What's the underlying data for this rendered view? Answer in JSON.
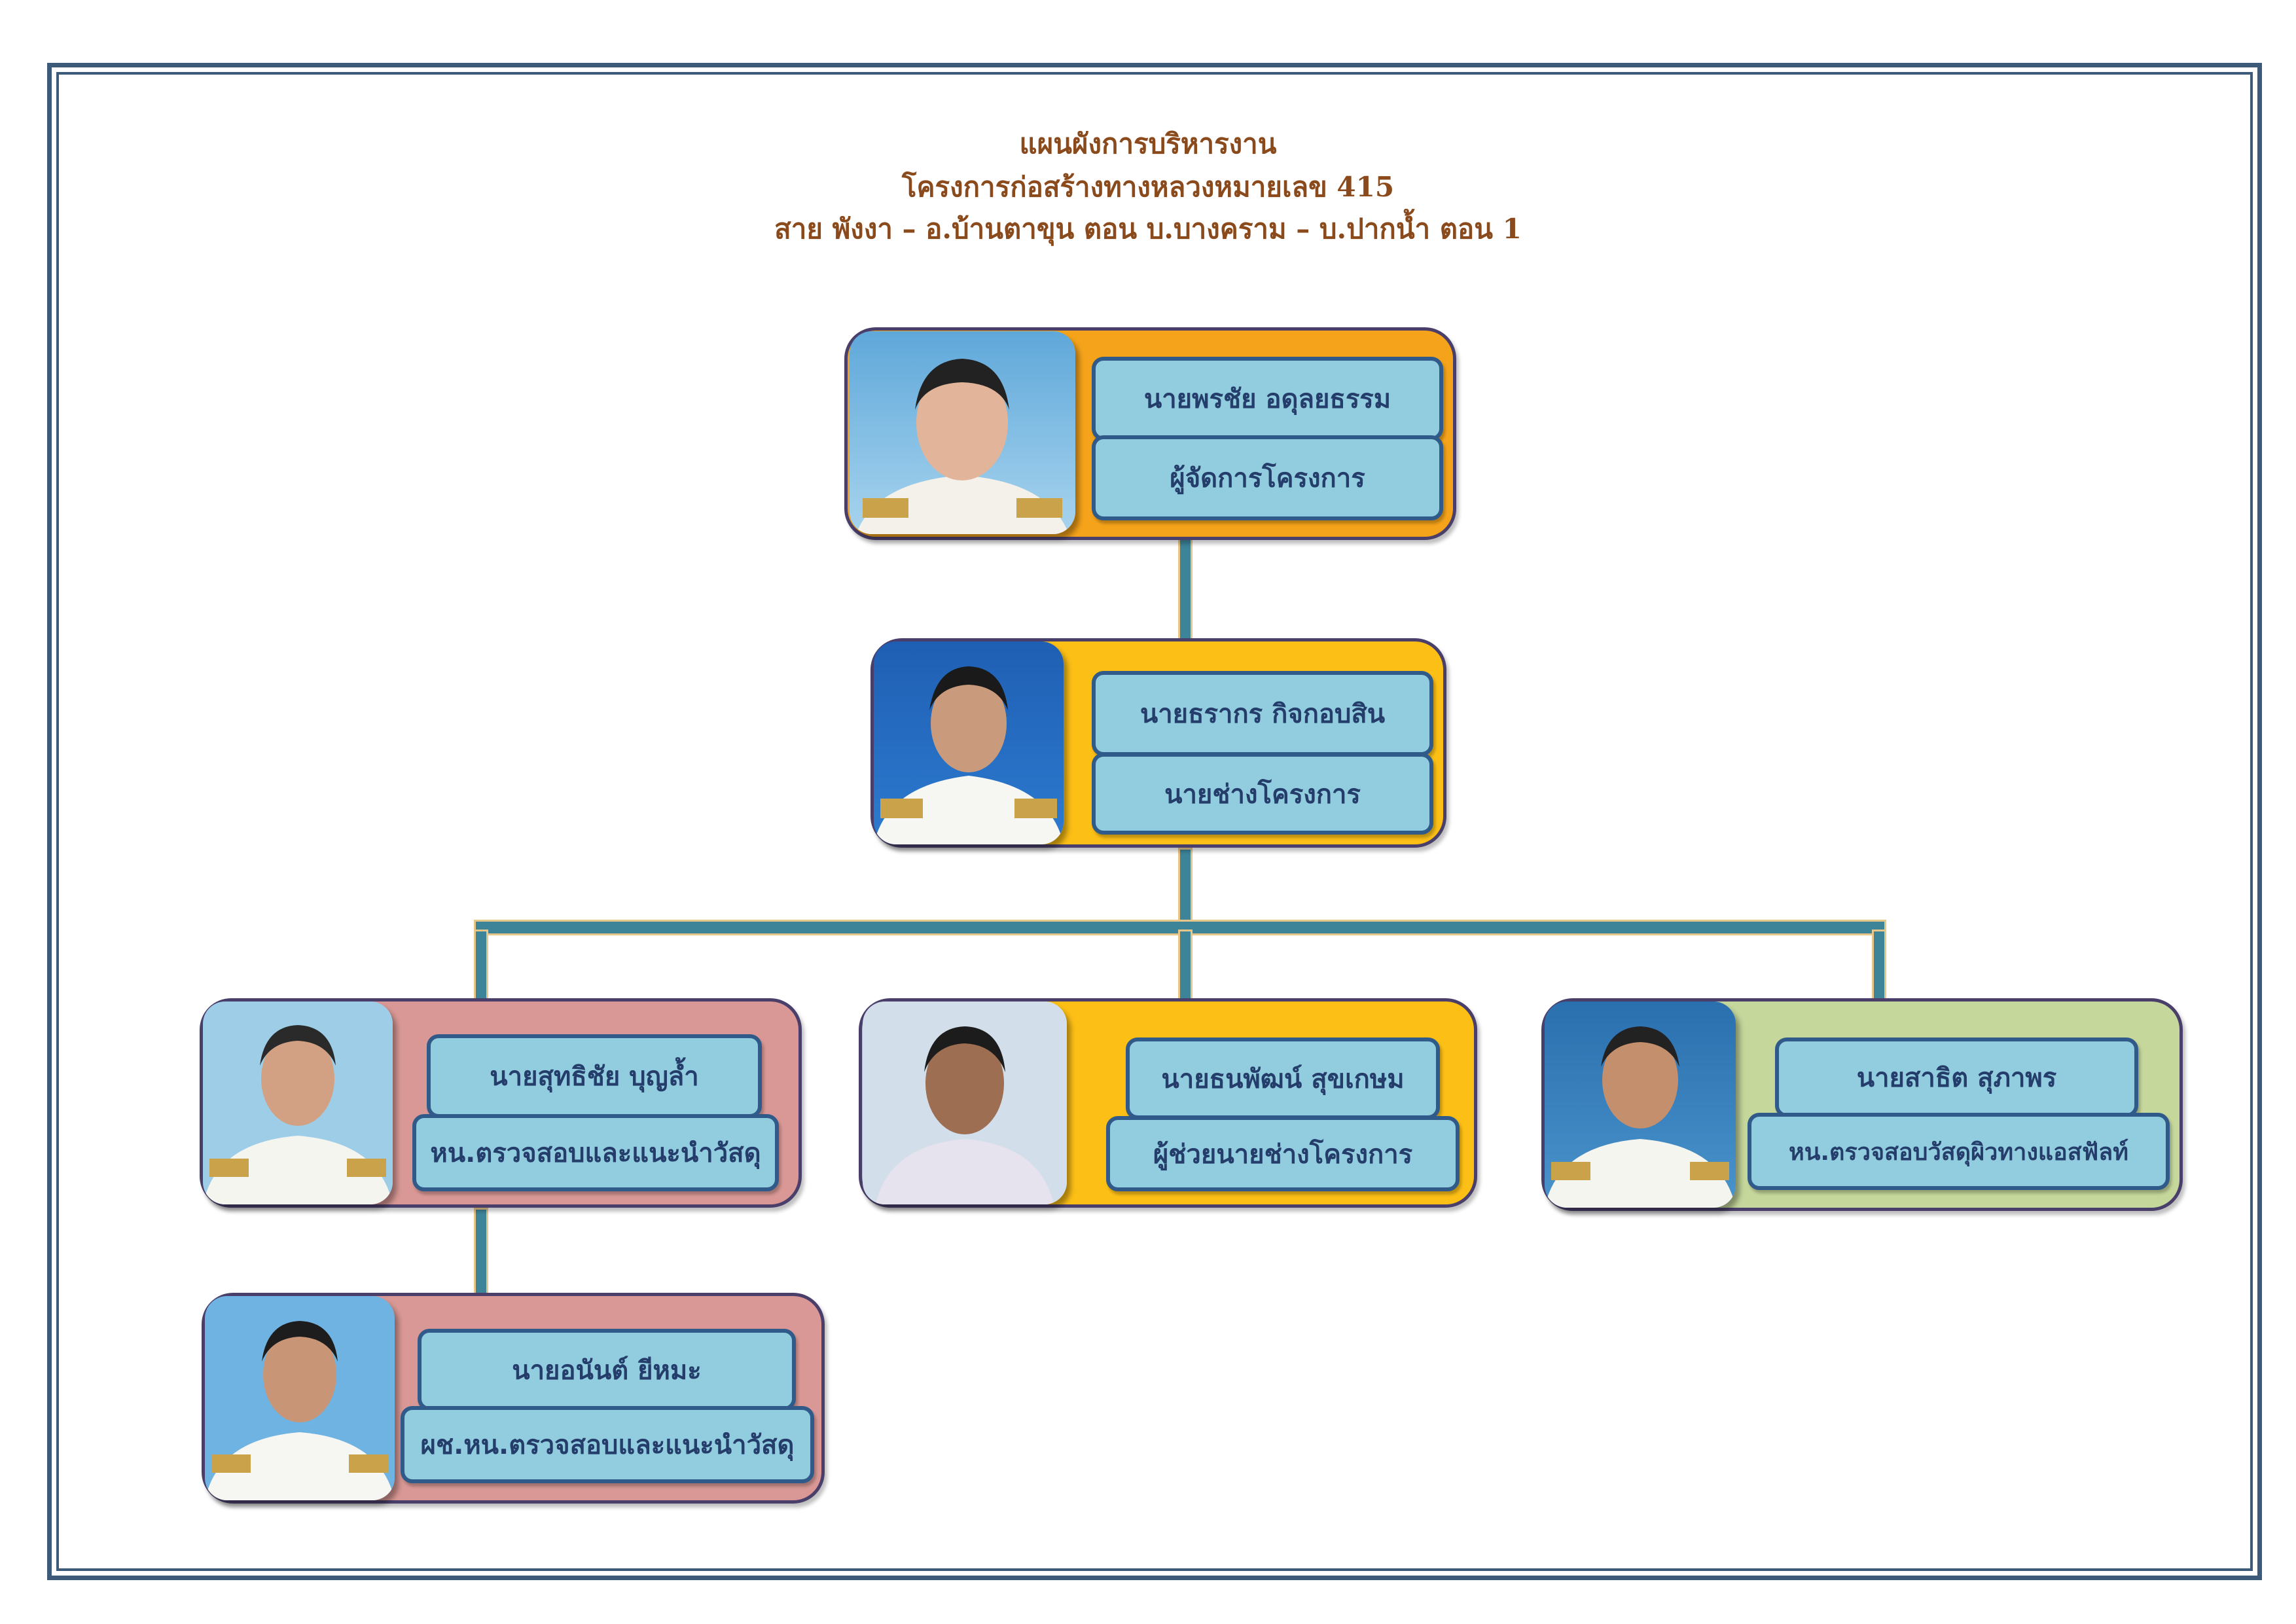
{
  "title": {
    "line1": "แผนผังการบริหารงาน",
    "line2": "โครงการก่อสร้างทางหลวงหมายเลข 415",
    "line3": "สาย พังงา – อ.บ้านตาขุน ตอน บ.บางคราม – บ.ปากน้ำ ตอน 1"
  },
  "people": {
    "manager": {
      "name": "นายพรชัย  อดุลยธรรม",
      "role": "ผู้จัดการโครงการ"
    },
    "engineer": {
      "name": "นายธรากร กิจกอบสิน",
      "role": "นายช่างโครงการ"
    },
    "materials_head": {
      "name": "นายสุทธิชัย  บุญล้ำ",
      "role": "หน.ตรวจสอบและแนะนำวัสดุ"
    },
    "assistant_engineer": {
      "name": "นายธนพัฒน์  สุขเกษม",
      "role": "ผู้ช่วยนายช่างโครงการ"
    },
    "asphalt_head": {
      "name": "นายสาธิต  สุภาพร",
      "role": "หน.ตรวจสอบวัสดุผิวทางแอสฟัลท์"
    },
    "materials_assistant": {
      "name": "นายอนันต์  ยีหมะ",
      "role": "ผช.หน.ตรวจสอบและแนะนำวัสดุ"
    }
  },
  "colors": {
    "card_orange": "#f5a31a",
    "card_yellow": "#fcbf16",
    "card_pink": "#d99895",
    "card_green": "#c5d79b",
    "label_fill": "#92cddf",
    "label_border": "#2f5a8a",
    "connector": "#3d8498",
    "title": "#8a4a1c"
  }
}
